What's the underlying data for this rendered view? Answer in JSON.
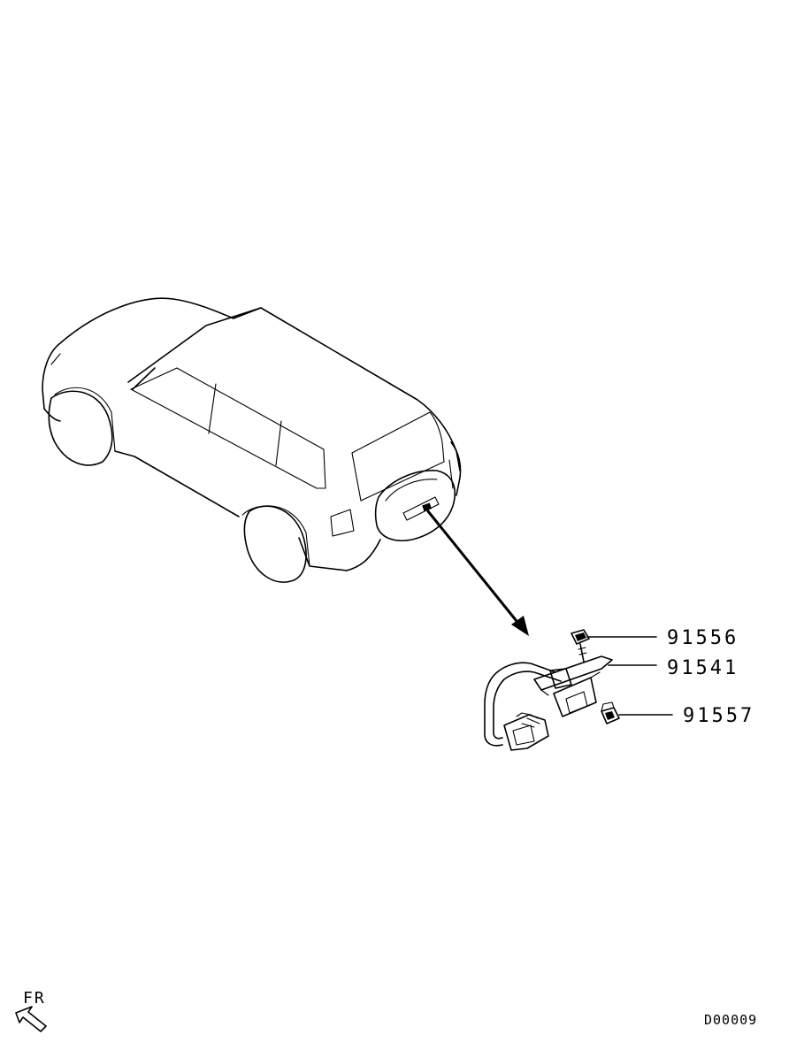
{
  "parts": [
    {
      "number": "91556",
      "name": ""
    },
    {
      "number": "91541",
      "name": ""
    },
    {
      "number": "91557",
      "name": ""
    }
  ],
  "orientation": {
    "label": "FR"
  },
  "drawing_code": "D00009"
}
